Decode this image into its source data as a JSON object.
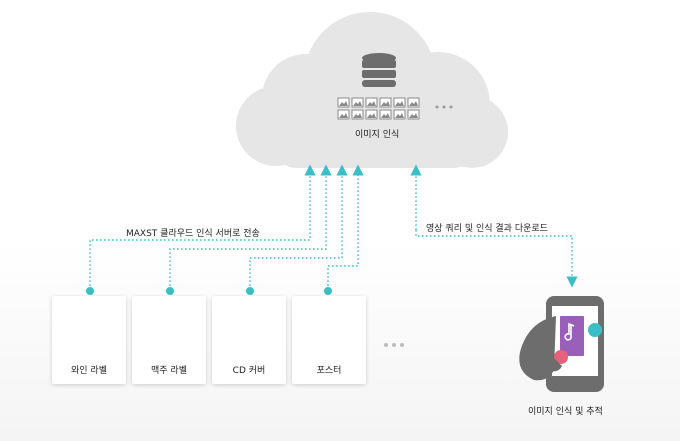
{
  "cloud": {
    "label": "이미지 인식"
  },
  "upload_label": "MAXST 클라우드 인식 서버로 전송",
  "query_label": "영상 쿼리 및 인식 결과 다운로드",
  "cards": [
    {
      "label": "와인 라벨",
      "icon": "wine-icon"
    },
    {
      "label": "맥주 라벨",
      "icon": "beer-icon"
    },
    {
      "label": "CD 커버",
      "icon": "cd-icon"
    },
    {
      "label": "포스터",
      "icon": "poster-icon"
    }
  ],
  "phone_label": "이미지 인식 및 추적",
  "colors": {
    "connector": "#3bbfc7",
    "cloud": "#e6e6e6",
    "icon": "#6d6d6d",
    "wine": "#b83a55",
    "beer": "#c49a3b",
    "poster": "#9a5fb8",
    "phone_teal": "#3bbfc7",
    "phone_red": "#e8607a"
  }
}
